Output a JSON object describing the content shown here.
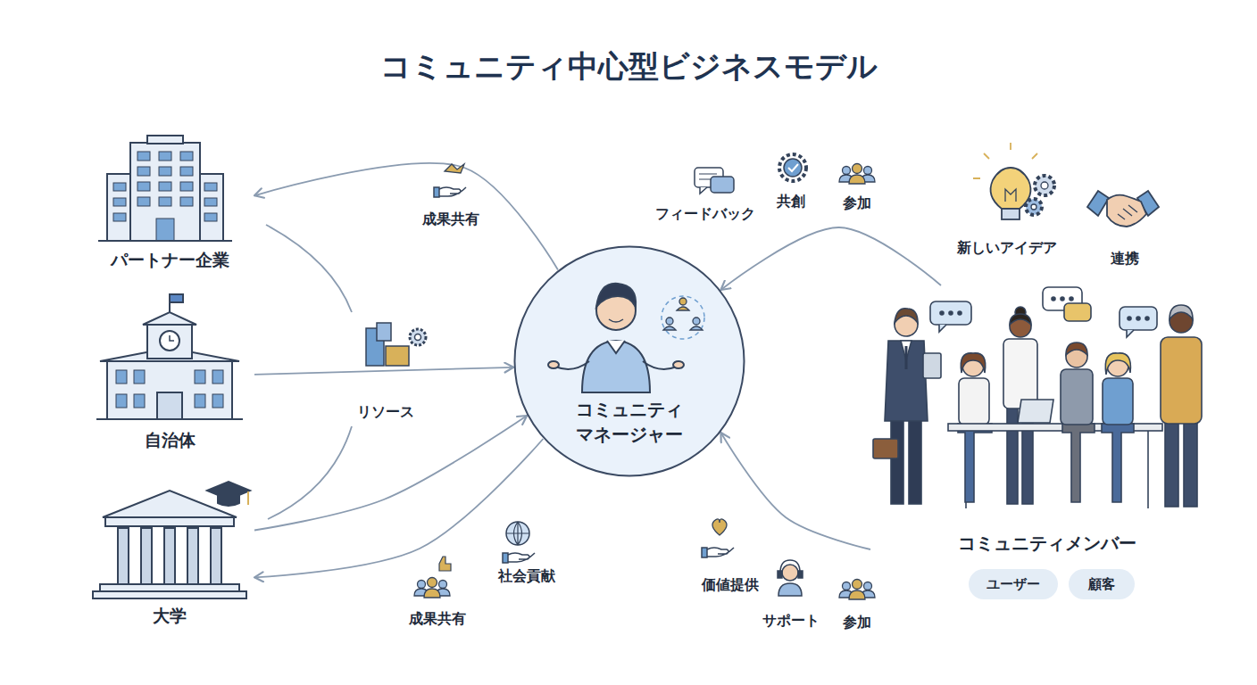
{
  "diagram": {
    "title": "コミュニティ中心型ビジネスモデル",
    "nodes": [
      {
        "text": [
          "パートナー企業"
        ]
      },
      {
        "text": [
          "自治体"
        ]
      },
      {
        "text": [
          "大学"
        ]
      },
      {
        "text": [
          "コミュニティ マネージャー"
        ]
      },
      {
        "text": [
          "コミュニティメンバー"
        ]
      },
      {
        "text": [
          "ユーザー"
        ],
        "in": 4
      },
      {
        "text": [
          "顧客"
        ],
        "in": 4
      }
    ],
    "edges": [
      {
        "from": 3,
        "to": 0,
        "label": "成果共有",
        "arrow": "to"
      },
      {
        "from": 1,
        "to": 3,
        "label": "リソース",
        "arrow": "to"
      },
      {
        "from": 3,
        "to": 2,
        "label": "成果共有",
        "arrow": "to"
      },
      {
        "from": 2,
        "to": 3,
        "label": "社会貢献",
        "arrow": "to"
      },
      {
        "from": 4,
        "to": 3,
        "label": "フィードバック",
        "arrow": "to"
      },
      {
        "from": 4,
        "to": 3,
        "label": "価値提供",
        "arrow": "to"
      }
    ],
    "labels": [
      "共創",
      "参加",
      "新しいアイデア",
      "連携",
      "サポート",
      "参加"
    ]
  }
}
